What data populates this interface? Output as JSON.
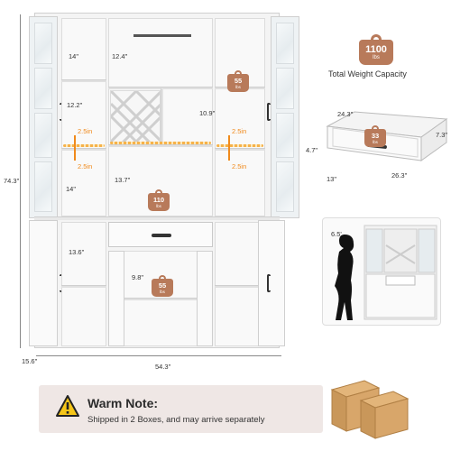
{
  "capacity": {
    "value": "1100",
    "unit": "lbs",
    "label": "Total Weight Capacity"
  },
  "cabinet_dims": {
    "height": "74.3\"",
    "width": "54.3\"",
    "depth": "15.6\"",
    "top_side_shelf": "14\"",
    "top_center": "12.4\"",
    "upper_side_mid": "12.2\"",
    "wine_rack_height": "10.9\"",
    "lower_side_shelf": "14\"",
    "center_open": "13.7\"",
    "bottom_side": "13.6\"",
    "bottom_center": "9.8\"",
    "adjust_step": "2.5in"
  },
  "shelf_weights": [
    {
      "value": "55",
      "unit": "lbs"
    },
    {
      "value": "110",
      "unit": "lbs"
    },
    {
      "value": "55",
      "unit": "lbs"
    }
  ],
  "drawer": {
    "depth": "24.3\"",
    "height_front": "4.7\"",
    "height_side": "7.3\"",
    "width": "26.3\"",
    "side_depth": "13\"",
    "weight": {
      "value": "33",
      "unit": "lbs"
    }
  },
  "person_height": "6.5'",
  "note": {
    "title": "Warm Note:",
    "text": "Shipped in 2 Boxes, and may arrive separately"
  },
  "colors": {
    "accent": "#f08a1c",
    "weight_badge": "#b87a5a",
    "note_bg": "#efe7e5"
  }
}
